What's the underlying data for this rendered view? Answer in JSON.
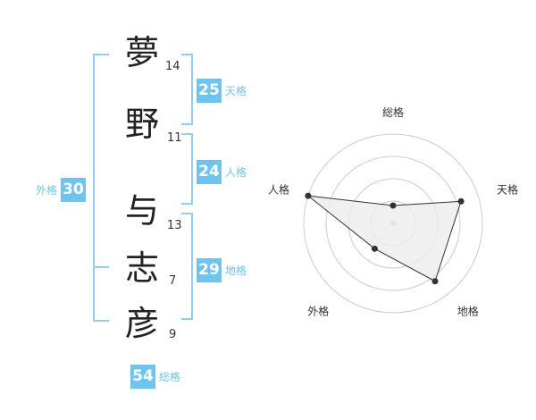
{
  "name_chars": [
    {
      "char": "夢",
      "strokes": "14"
    },
    {
      "char": "野",
      "strokes": "11"
    },
    {
      "char": "与",
      "strokes": "13"
    },
    {
      "char": "志",
      "strokes": "7"
    },
    {
      "char": "彦",
      "strokes": "9"
    }
  ],
  "fortunes": {
    "tenkaku": {
      "value": "25",
      "label": "天格"
    },
    "jinkaku": {
      "value": "24",
      "label": "人格"
    },
    "chikaku": {
      "value": "29",
      "label": "地格"
    },
    "gaikaku": {
      "value": "30",
      "label": "外格"
    },
    "soukaku": {
      "value": "54",
      "label": "総格"
    }
  },
  "chart_data": {
    "type": "radar",
    "axes": [
      "総格",
      "天格",
      "地格",
      "外格",
      "人格"
    ],
    "values": [
      0.2,
      0.8,
      0.8,
      0.35,
      1.0
    ],
    "rings": 4,
    "colors": {
      "fill": "#ececec",
      "line": "#333333",
      "grid": "#cccccc",
      "marker": "#333333"
    }
  },
  "colors": {
    "accent": "#6fc3ef",
    "bracket": "#8fd0f2"
  }
}
